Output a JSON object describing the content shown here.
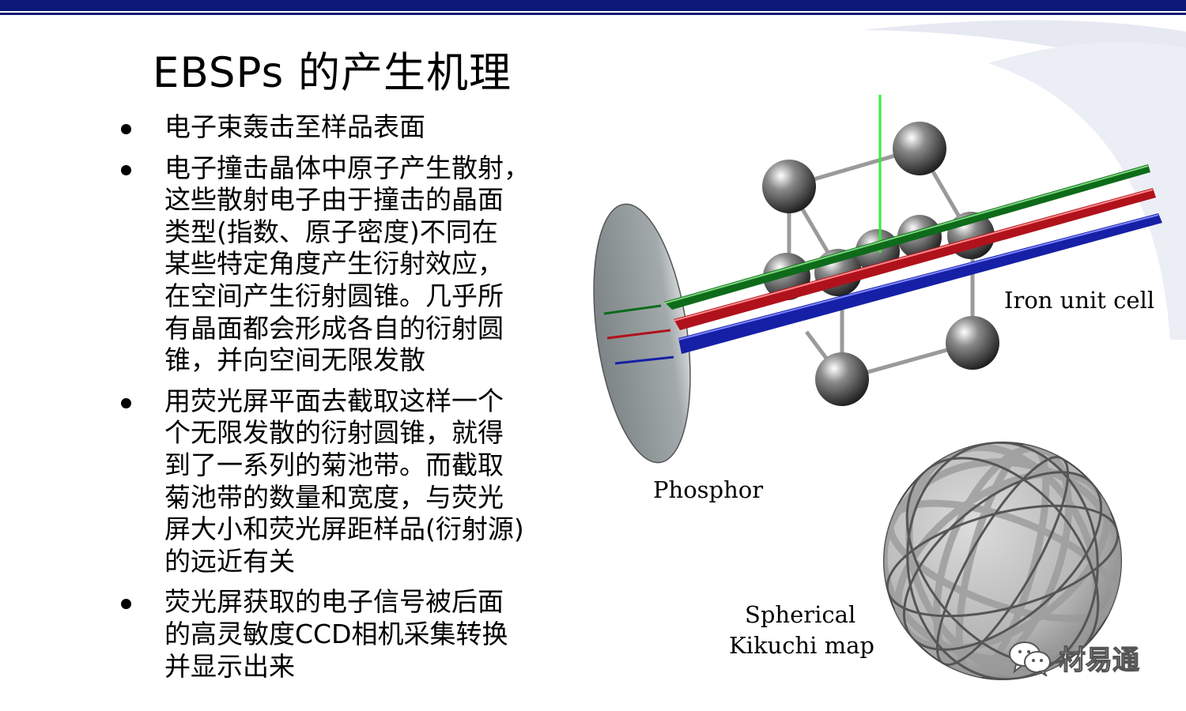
{
  "title": "EBSPs 的产生机理",
  "bullets": [
    {
      "text": "电子束轰击至样品表面"
    },
    {
      "text": "电子撞击晶体中原子产生散射，\n这些散射电子由于撞击的晶面\n类型(指数、原子密度)不同在\n某些特定角度产生衍射效应，\n在空间产生衍射圆锥。几乎所\n有晶面都会形成各自的衍射圆\n锥，并向空间无限发散"
    },
    {
      "text": "用荧光屏平面去截取这样一个\n个无限发散的衍射圆锥，就得\n到了一系列的菊池带。而截取\n菊池带的数量和宽度，与荧光\n屏大小和荧光屏距样品(衍射源)\n的远近有关"
    },
    {
      "text": "荧光屏获取的电子信号被后面\n的高灵敏度CCD相机采集转换\n并显示出来"
    }
  ],
  "diagram": {
    "label_iron": "Iron unit cell",
    "label_phosphor": "Phosphor",
    "label_spherical_1": "Spherical",
    "label_spherical_2": "Kikuchi map",
    "colors": {
      "green_plane": "#0d6b1a",
      "red_plane": "#b0121c",
      "blue_plane": "#1520a6",
      "beam": "#33ee33"
    }
  },
  "watermark": {
    "text": "材易通",
    "icon": "wechat-icon"
  }
}
